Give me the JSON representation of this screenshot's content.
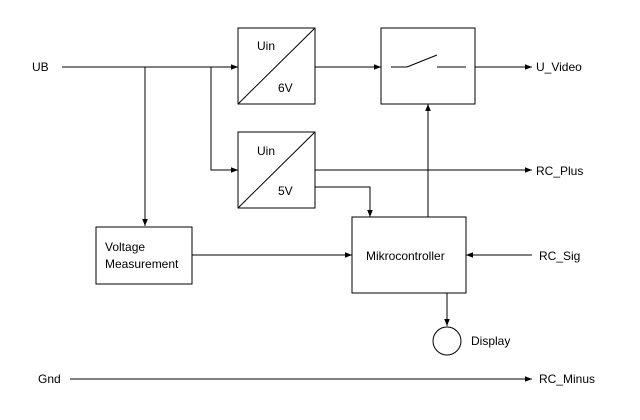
{
  "signals": {
    "ub": "UB",
    "gnd": "Gnd",
    "u_video": "U_Video",
    "rc_plus": "RC_Plus",
    "rc_sig": "RC_Sig",
    "rc_minus": "RC_Minus"
  },
  "regulator_6v": {
    "input_label": "Uin",
    "output_label": "6V"
  },
  "regulator_5v": {
    "input_label": "Uin",
    "output_label": "5V"
  },
  "voltage_measurement": {
    "line1": "Voltage",
    "line2": "Measurement"
  },
  "microcontroller": {
    "label": "Mikrocontroller"
  },
  "display": {
    "label": "Display"
  }
}
